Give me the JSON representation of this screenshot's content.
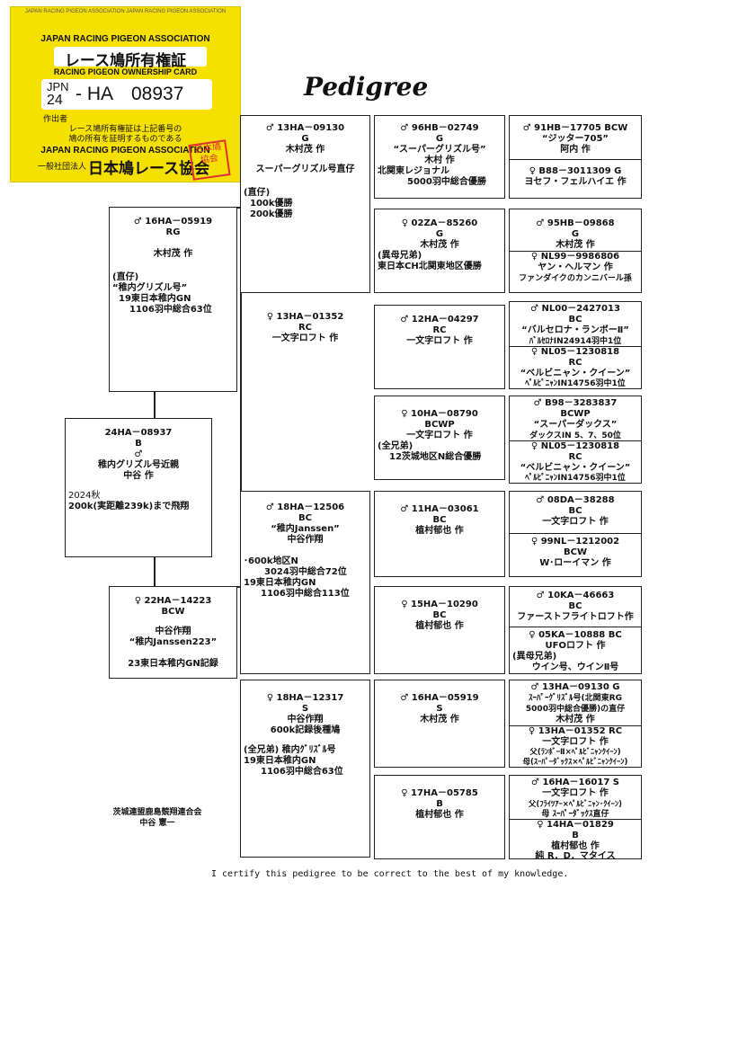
{
  "card": {
    "edge_text": "JAPAN RACING PIGEON ASSOCIATION JAPAN RACING PIGEON ASSOCIATION",
    "assoc_en": "JAPAN RACING PIGEON ASSOCIATION",
    "title_jp": "レース鳩所有権証",
    "title_en": "RACING PIGEON OWNERSHIP CARD",
    "jpn": "JPN",
    "year": "24",
    "code": "- HA",
    "number": "08937",
    "breeder_label": "作出者",
    "note_line1": "レース鳩所有権証は上記番号の",
    "note_line2": "鳩の所有を証明するものである",
    "assoc_en_bottom": "JAPAN RACING PIGEON ASSOCIATION",
    "assoc_jp_prefix": "一般社団法人",
    "assoc_jp": "日本鳩レース協会",
    "seal": "日本鳩協会"
  },
  "title": "Pedigree",
  "subject": {
    "ring": "24HA－08937",
    "color": "B",
    "sex": "♂",
    "line1": "稚内グリズル号近親",
    "line2": "中谷 作",
    "note1": "2024秋",
    "note2": "200k(実距離239k)まで飛翔"
  },
  "sire": {
    "ring": "♂ 16HA－05919",
    "color": "RG",
    "breeder": "木村茂 作",
    "n1": "(直仔)",
    "n2": "“稚内グリズル号”",
    "n3": "19東日本稚内GN",
    "n4": "1106羽中総合63位"
  },
  "dam": {
    "ring": "♀ 22HA－14223",
    "color": "BCW",
    "breeder": "中谷作翔",
    "name": "“稚内Janssen223”",
    "note": "23東日本稚内GN記録"
  },
  "ss": {
    "ring": "♂ 13HA－09130",
    "color": "G",
    "breeder": "木村茂 作",
    "name": "スーパーグリズル号直仔",
    "n1": "(直仔)",
    "n2": "100k優勝",
    "n3": "200k優勝"
  },
  "sd": {
    "ring": "♀ 13HA－01352",
    "color": "RC",
    "breeder": "一文字ロフト 作"
  },
  "ds": {
    "ring": "♂ 18HA－12506",
    "color": "BC",
    "name": "“稚内Janssen”",
    "breeder": "中谷作翔",
    "n1": "･600k地区N",
    "n2": "3024羽中総合72位",
    "n3": "19東日本稚内GN",
    "n4": "1106羽中総合113位"
  },
  "dd": {
    "ring": "♀ 18HA－12317",
    "color": "S",
    "breeder": "中谷作翔",
    "note": "600k記録後種鳩",
    "n1": "(全兄弟) 稚内ｸﾞﾘｽﾞﾙ号",
    "n2": "19東日本稚内GN",
    "n3": "1106羽中総合63位"
  },
  "g3": [
    {
      "ring": "♂ 96HB－02749",
      "color": "G",
      "name": "“スーパーグリズル号”",
      "breeder": "木村 作",
      "n1": "北関東レジョナル",
      "n2": "5000羽中総合優勝"
    },
    {
      "ring": "♀ 02ZA－85260",
      "color": "G",
      "breeder": "木村茂 作",
      "n1": "(異母兄弟)",
      "n2": "東日本CH北関東地区優勝"
    },
    {
      "ring": "♂ 12HA－04297",
      "color": "RC",
      "breeder": "一文字ロフト 作"
    },
    {
      "ring": "♀ 10HA－08790",
      "color": "BCWP",
      "breeder": "一文字ロフト 作",
      "n1": "(全兄弟)",
      "n2": "12茨城地区N総合優勝"
    },
    {
      "ring": "♂ 11HA－03061",
      "color": "BC",
      "breeder": "植村郁也 作"
    },
    {
      "ring": "♀ 15HA－10290",
      "color": "BC",
      "breeder": "植村郁也 作"
    },
    {
      "ring": "♂ 16HA－05919",
      "color": "S",
      "breeder": "木村茂 作"
    },
    {
      "ring": "♀ 17HA－05785",
      "color": "B",
      "breeder": "植村郁也 作"
    }
  ],
  "g4": {
    "b1": {
      "a1": "♂ 91HB－17705 BCW",
      "a2": "“ジッター705”",
      "a3": "阿内 作",
      "b1": "♀ B88－3011309 G",
      "b2": "ヨセフ・フェルハイエ 作"
    },
    "b2": {
      "a1": "♂ 95HB－09868",
      "a2": "G",
      "a3": "木村茂 作",
      "b1": "♀ NL99－9986806",
      "b2": "ヤン・ヘルマン 作",
      "b3": "ファンダイクのカンニバール孫"
    },
    "b3": {
      "a1": "♂ NL00－2427013",
      "a2": "BC",
      "a3": "“バルセロナ・ランボーⅡ”",
      "a4": "ﾊﾞﾙｾﾛﾅIN24914羽中1位",
      "b1": "♀ NL05－1230818",
      "b2": "RC",
      "b3": "“ベルビニャン・クイーン”",
      "b4": "ﾍﾟﾙﾋﾟﾆｬﾝIN14756羽中1位"
    },
    "b4": {
      "a1": "♂ B98－3283837",
      "a2": "BCWP",
      "a3": "“スーパーダックス”",
      "a4": "ダックスIN 5、7、50位",
      "b1": "♀ NL05－1230818",
      "b2": "RC",
      "b3": "“ベルビニャン・クイーン”",
      "b4": "ﾍﾟﾙﾋﾟﾆｬﾝIN14756羽中1位"
    },
    "b5": {
      "a1": "♂ 08DA－38288",
      "a2": "BC",
      "a3": "一文字ロフト 作",
      "b1": "♀ 99NL－1212002",
      "b2": "BCW",
      "b3": "W･ローイマン 作"
    },
    "b6": {
      "a1": "♂ 10KA－46663",
      "a2": "BC",
      "a3": "ファーストフライトロフト作",
      "b1": "♀ 05KA－10888 BC",
      "b2": "UFOロフト 作",
      "b3": "(異母兄弟)",
      "b4": "ウイン号、ウインⅡ号"
    },
    "b7": {
      "a1": "♂ 13HA－09130 G",
      "a2": "ｽｰﾊﾟｰｸﾞﾘｽﾞﾙ号(北関東RG",
      "a3": "5000羽中総合優勝)の直仔",
      "a4": "木村茂 作",
      "b1": "♀ 13HA－01352 RC",
      "b2": "一文字ロフト 作",
      "b3": "父(ﾗﾝﾎﾞｰⅡ×ﾍﾟﾙﾋﾞﾆｬﾝｸｲｰﾝ)",
      "b4": "母(ｽｰﾊﾟｰﾀﾞｯｸｽ×ﾍﾟﾙﾋﾞﾆｬﾝｸｲｰﾝ)"
    },
    "b8": {
      "a1": "♂ 16HA－16017 S",
      "a2": "一文字ロフト 作",
      "a3": "父(ﾌﾗｲﾂｱｰ×ﾍﾟﾙﾋﾞﾆｬﾝ･ｸｲｰﾝ)",
      "a4": "母 ｽｰﾊﾟｰﾀﾞｯｸｽ直仔",
      "b1": "♀ 14HA－01829",
      "b2": "B",
      "b3": "植村郁也 作",
      "b4": "純 R．D．マタイス"
    }
  },
  "association": {
    "line1": "茨城連盟鹿島競翔連合会",
    "line2": "中谷 憲一"
  },
  "footer": "I certify this pedigree to be correct to the best of my knowledge."
}
